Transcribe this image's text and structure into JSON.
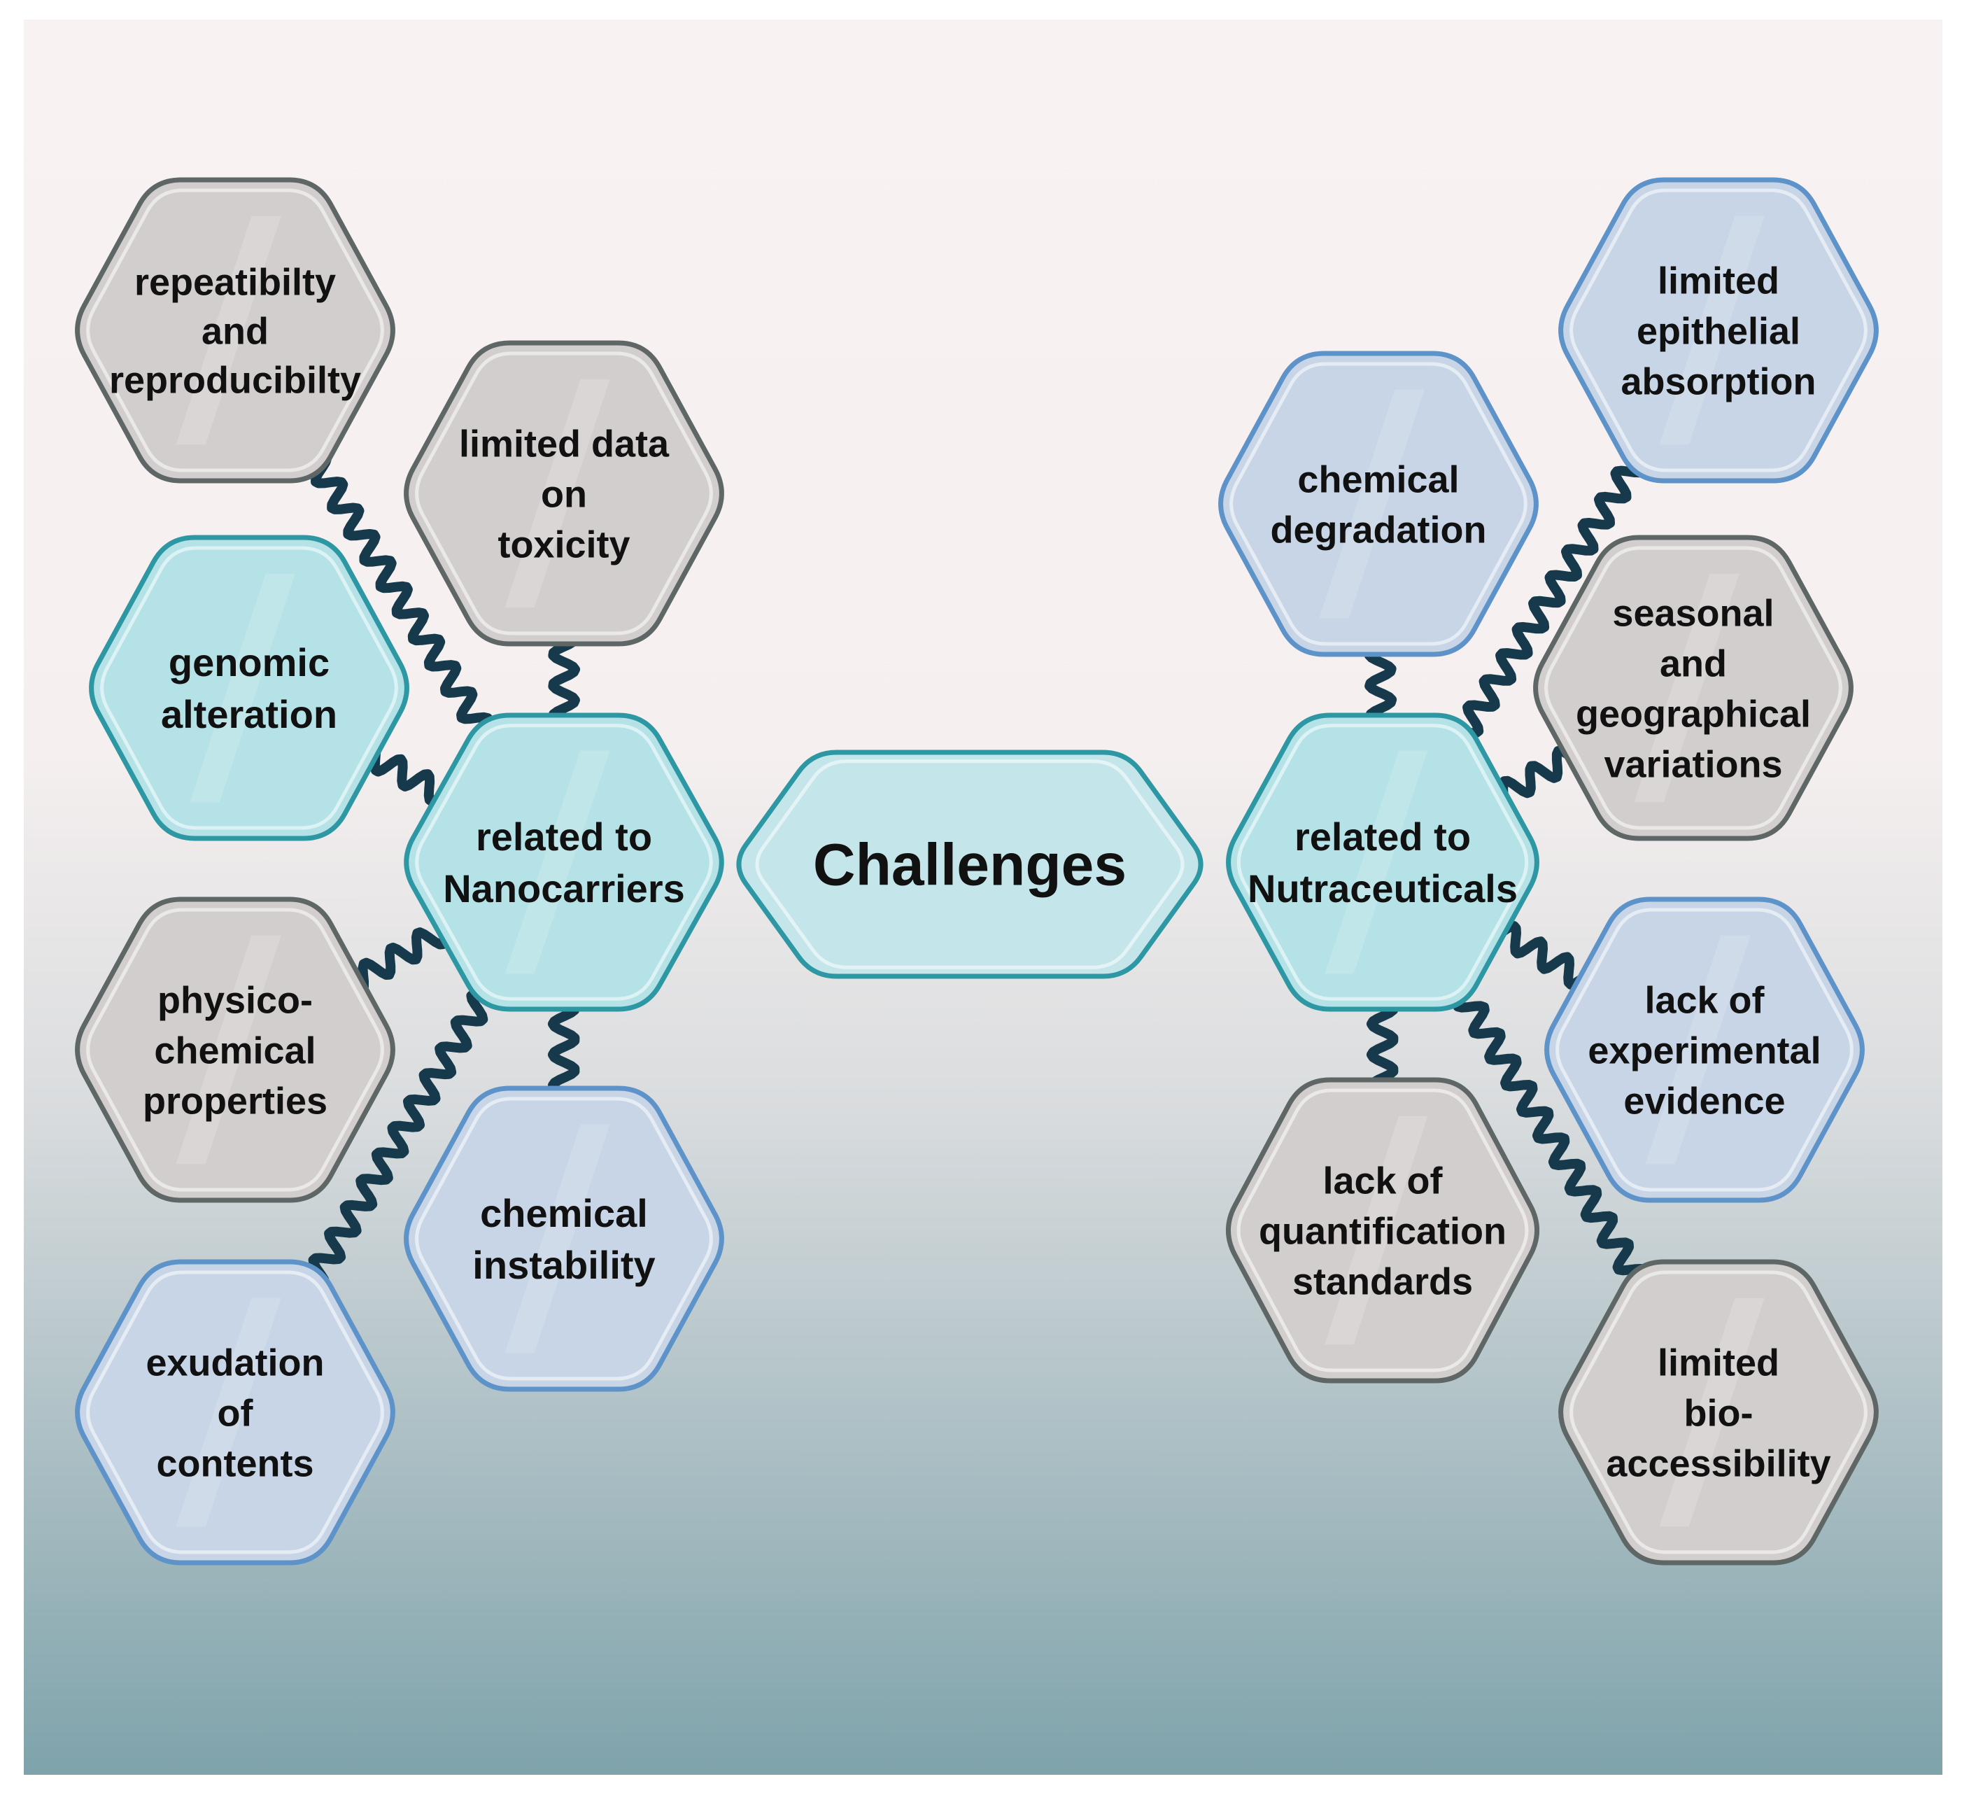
{
  "center": {
    "label": [
      "Challenges"
    ]
  },
  "hubs": [
    {
      "id": "nanocarriers",
      "lines": [
        "related to",
        "Nanocarriers"
      ]
    },
    {
      "id": "nutraceuticals",
      "lines": [
        "related to",
        "Nutraceuticals"
      ]
    }
  ],
  "nodes": [
    {
      "id": "repeatability",
      "hub": "nanocarriers",
      "style": "gray",
      "lines": [
        "repeatibilty",
        "and",
        "reproducibilty"
      ]
    },
    {
      "id": "limited-data-toxicity",
      "hub": "nanocarriers",
      "style": "gray",
      "lines": [
        "limited data",
        "on",
        "toxicity"
      ]
    },
    {
      "id": "genomic-alteration",
      "hub": "nanocarriers",
      "style": "teal",
      "lines": [
        "genomic",
        "alteration"
      ]
    },
    {
      "id": "physico-chemical",
      "hub": "nanocarriers",
      "style": "gray",
      "lines": [
        "physico-",
        "chemical",
        "properties"
      ]
    },
    {
      "id": "chemical-instability",
      "hub": "nanocarriers",
      "style": "blue",
      "lines": [
        "chemical",
        "instability"
      ]
    },
    {
      "id": "exudation",
      "hub": "nanocarriers",
      "style": "blue",
      "lines": [
        "exudation",
        "of",
        "contents"
      ]
    },
    {
      "id": "epithelial-absorption",
      "hub": "nutraceuticals",
      "style": "blue",
      "lines": [
        "limited",
        "epithelial",
        "absorption"
      ]
    },
    {
      "id": "chemical-degradation",
      "hub": "nutraceuticals",
      "style": "blue",
      "lines": [
        "chemical",
        "degradation"
      ]
    },
    {
      "id": "seasonal-variations",
      "hub": "nutraceuticals",
      "style": "gray",
      "lines": [
        "seasonal",
        "and",
        "geographical",
        "variations"
      ]
    },
    {
      "id": "experimental-evidence",
      "hub": "nutraceuticals",
      "style": "blue",
      "lines": [
        "lack of",
        "experimental",
        "evidence"
      ]
    },
    {
      "id": "quantification-standards",
      "hub": "nutraceuticals",
      "style": "gray",
      "lines": [
        "lack of",
        "quantification",
        "standards"
      ]
    },
    {
      "id": "bio-accessibility",
      "hub": "nutraceuticals",
      "style": "gray",
      "lines": [
        "limited",
        "bio-",
        "accessibility"
      ]
    }
  ],
  "colors": {
    "bg_top": "#f8f2f2",
    "bg_bottom": "#7fa3ab",
    "connector": "#163a4c",
    "teal_fill": "#b4e2e6",
    "teal_stroke": "#2d97a3",
    "blue_fill": "#c7d5e6",
    "blue_stroke": "#5d93c8",
    "gray_fill": "#d2cecd",
    "gray_stroke": "#5e6766",
    "text": "#111111"
  }
}
